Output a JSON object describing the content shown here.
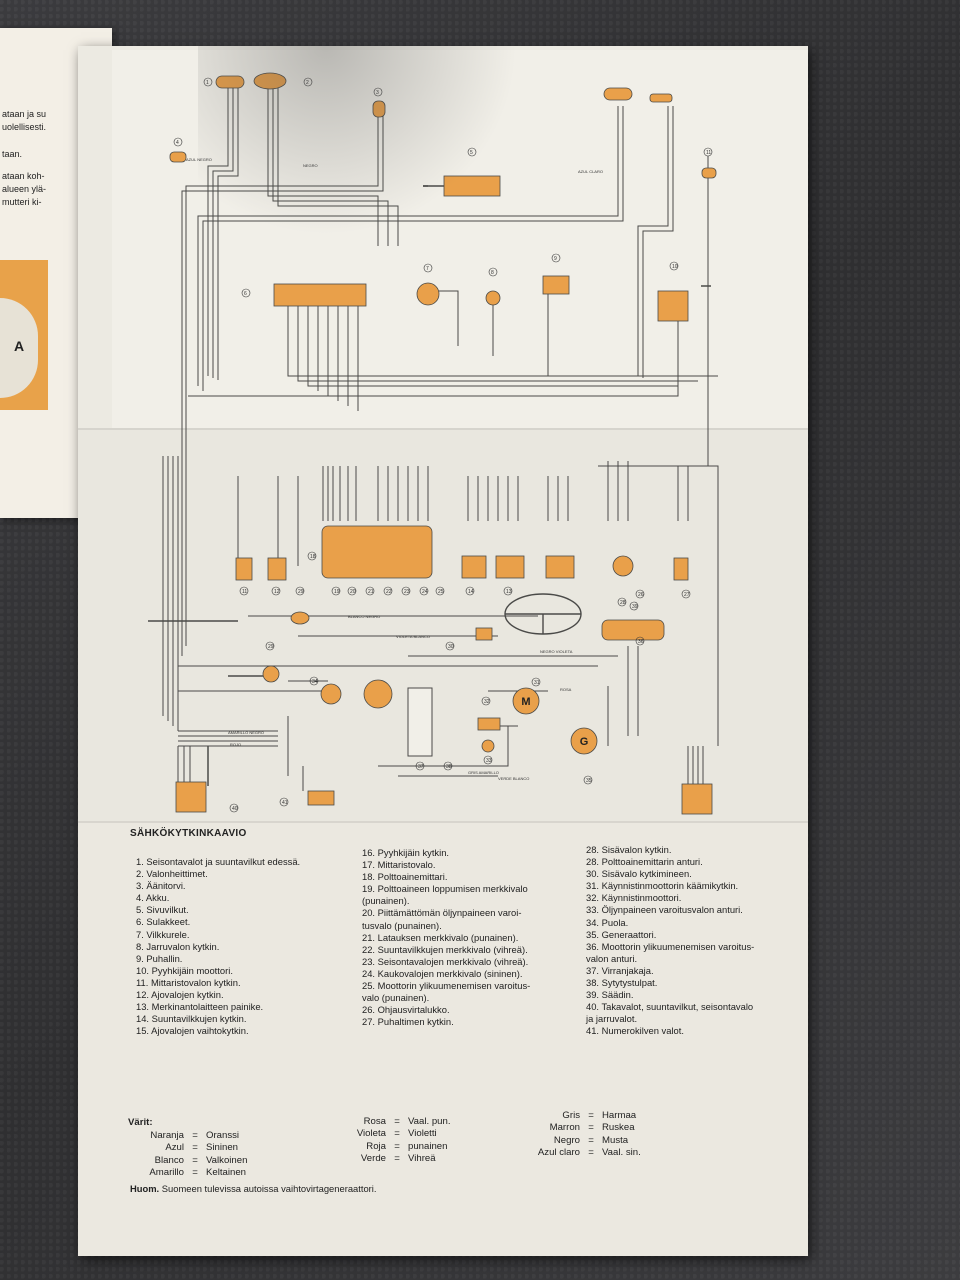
{
  "booklet": {
    "lines": [
      "ataan ja su",
      "uolellisesti.",
      "taan.",
      "ataan koh-",
      "alueen ylä-",
      "mutteri ki-"
    ],
    "callout": "A"
  },
  "diagram": {
    "numbers_top": [
      "1",
      "2",
      "3",
      "4",
      "5",
      "6",
      "7",
      "8",
      "9",
      "10",
      "11"
    ],
    "numbers_mid": [
      "11",
      "12",
      "29",
      "18",
      "19",
      "20",
      "21",
      "22",
      "23",
      "24",
      "25",
      "14",
      "13",
      "26",
      "27"
    ],
    "numbers_low": [
      "30",
      "28",
      "29",
      "32",
      "34",
      "31",
      "33",
      "35",
      "36",
      "37",
      "38",
      "39",
      "40",
      "41"
    ],
    "wire_labels": [
      "AZUL NEGRO",
      "NEGRO",
      "BLANCO NEGRO",
      "VIOLETA BLANCO",
      "NEGRO VIOLETA",
      "AZUL CLARO",
      "ROSA",
      "VERDE BLANCO",
      "GRIS AMARILLO",
      "AMARILLO NEGRO",
      "ROJO"
    ],
    "component_letters": [
      "M",
      "G"
    ],
    "colors": {
      "orange": "#e9a04a",
      "line": "#4a4a48"
    }
  },
  "legend": {
    "title": "SÄHKÖKYTKINKAAVIO",
    "col1": [
      "1.  Seisontavalot ja suuntavilkut edessä.",
      "2.  Valonheittimet.",
      "3.  Äänitorvi.",
      "4.  Akku.",
      "5.  Sivuvilkut.",
      "6.  Sulakkeet.",
      "7.  Vilkkurele.",
      "8.  Jarruvalon kytkin.",
      "9.  Puhallin.",
      "10. Pyyhkijäin moottori.",
      "11. Mittaristovalon kytkin.",
      "12. Ajovalojen kytkin.",
      "13. Merkinantolaitteen painike.",
      "14. Suuntavilkkujen kytkin.",
      "15. Ajovalojen vaihtokytkin."
    ],
    "col2": [
      "16. Pyyhkijäin kytkin.",
      "17. Mittaristovalo.",
      "18. Polttoainemittari.",
      "19. Polttoaineen loppumisen merkkivalo",
      "     (punainen).",
      "20. Piittämättömän öljynpaineen varoi-",
      "     tusvalo (punainen).",
      "21. Latauksen merkkivalo (punainen).",
      "22. Suuntavilkkujen merkkivalo (vihreä).",
      "23. Seisontavalojen merkkivalo (vihreä).",
      "24. Kaukovalojen merkkivalo (sininen).",
      "25. Moottorin ylikuumenemisen varoitus-",
      "     valo (punainen).",
      "26. Ohjausvirtalukko.",
      "27. Puhaltimen kytkin."
    ],
    "col3": [
      "28. Sisävalon kytkin.",
      "28. Polttoainemittarin anturi.",
      "30. Sisävalo kytkimineen.",
      "31. Käynnistinmoottorin käämikytkin.",
      "32. Käynnistinmoottori.",
      "33. Öljynpaineen varoitusvalon anturi.",
      "34. Puola.",
      "35. Generaattori.",
      "36. Moottorin ylikuumenemisen varoitus-",
      "     valon anturi.",
      "37. Virranjakaja.",
      "38. Sytytystulpat.",
      "39. Säädin.",
      "40. Takavalot, suuntavilkut, seisontavalo",
      "     ja jarruvalot.",
      "41. Numerokilven valot."
    ]
  },
  "colors_legend": {
    "title": "Värit:",
    "eq": "=",
    "group1": [
      {
        "k": "Naranja",
        "v": "Oranssi"
      },
      {
        "k": "Azul",
        "v": "Sininen"
      },
      {
        "k": "Blanco",
        "v": "Valkoinen"
      },
      {
        "k": "Amarillo",
        "v": "Keltainen"
      }
    ],
    "group2": [
      {
        "k": "Rosa",
        "v": "Vaal. pun."
      },
      {
        "k": "Violeta",
        "v": "Violetti"
      },
      {
        "k": "Roja",
        "v": "punainen"
      },
      {
        "k": "Verde",
        "v": "Vihreä"
      }
    ],
    "group3": [
      {
        "k": "Gris",
        "v": "Harmaa"
      },
      {
        "k": "Marron",
        "v": "Ruskea"
      },
      {
        "k": "Negro",
        "v": "Musta"
      },
      {
        "k": "Azul claro",
        "v": "Vaal. sin."
      }
    ]
  },
  "note": {
    "label": "Huom.",
    "text": "Suomeen tulevissa autoissa vaihtovirtageneraattori."
  }
}
